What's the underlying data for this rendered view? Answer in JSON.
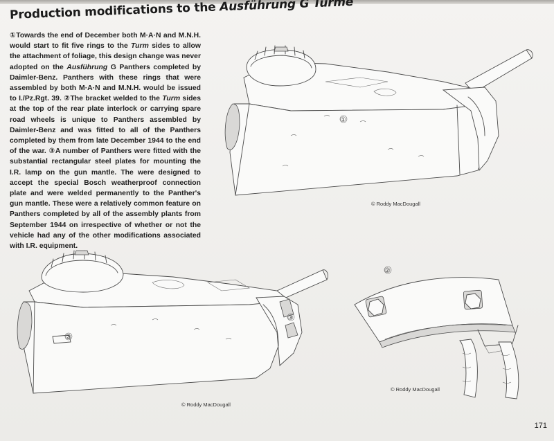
{
  "title": {
    "main": "Production modifications to the ",
    "italic": "Ausführung G Türme"
  },
  "paragraph": [
    {
      "t": "①Towards the end of December both M·A·N and M.N.H. would start to fit five rings to the ",
      "i": false
    },
    {
      "t": "Turm",
      "i": true
    },
    {
      "t": " sides to allow the attachment of foliage, this design change was never adopted on the ",
      "i": false
    },
    {
      "t": "Ausführung",
      "i": true
    },
    {
      "t": " G Panthers completed by Daimler-Benz. Panthers with these rings that were assembled by both M·A·N and M.N.H. would be issued to I./Pz.Rgt. 39. ②The bracket welded to the ",
      "i": false
    },
    {
      "t": "Turm",
      "i": true
    },
    {
      "t": " sides at the top of the rear plate interlock or carrying spare road wheels is unique to Panthers assembled by Daimler-Benz and was fitted to all of the Panthers completed by them from late December 1944 to the end of the war. ③A number of Panthers were fitted with the substantial rectangular steel plates for mounting the I.R. lamp  on the gun mantle. The were designed to accept the special Bosch weatherproof connection plate and were welded permanently to the Panther's gun mantle. These were a relatively common feature on Panthers completed by all of the assembly plants from September 1944 on irrespective of whether or not the vehicle had any of the other modifications associated with I.R. equipment.",
      "i": false
    }
  ],
  "callouts": {
    "one": "①",
    "two": "②",
    "three": "③"
  },
  "credits": {
    "top_right": "© Roddy MacDougall",
    "bottom_left": "© Roddy MacDougall",
    "bottom_right": "© Roddy MacDougall"
  },
  "page_number": "171"
}
